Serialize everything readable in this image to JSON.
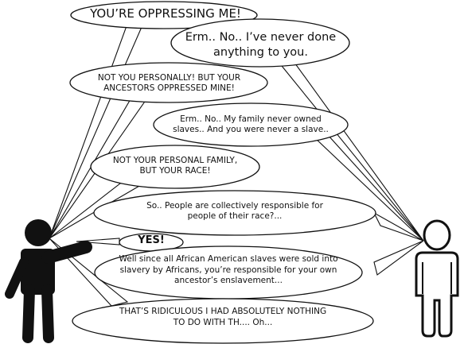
{
  "dialogue": [
    {
      "speaker": "left",
      "text": "YOU’RE OPPRESSING ME!"
    },
    {
      "speaker": "right",
      "text": "Erm.. No.. I’ve never done\nanything to you."
    },
    {
      "speaker": "left",
      "text": "NOT YOU PERSONALLY! BUT YOUR\nANCESTORS OPPRESSED MINE!"
    },
    {
      "speaker": "right",
      "text": "Erm.. No.. My family never owned\nslaves.. And you were never a slave.."
    },
    {
      "speaker": "left",
      "text": "NOT YOUR PERSONAL FAMILY,\nBUT YOUR RACE!"
    },
    {
      "speaker": "right",
      "text": "So.. People are collectively responsible for\npeople of their race?..."
    },
    {
      "speaker": "left",
      "text": "YES!"
    },
    {
      "speaker": "right",
      "text": "Well since all African American slaves were sold into\nslavery by Africans, you’re responsible for your own\nancestor’s enslavement..."
    },
    {
      "speaker": "left",
      "text": "THAT’S RIDICULOUS I HAD ABSOLUTELY NOTHING\nTO DO WITH TH.... Oh..."
    }
  ]
}
